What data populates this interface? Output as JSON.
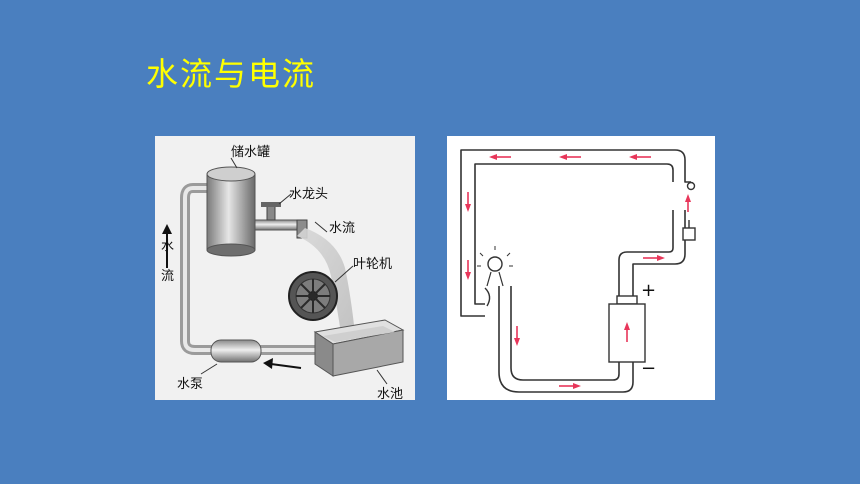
{
  "slide": {
    "title": "水流与电流"
  },
  "water_diagram": {
    "labels": {
      "tank": "储水罐",
      "faucet": "水龙头",
      "flow": "水流",
      "impeller": "叶轮机",
      "flow_vertical_1": "水",
      "flow_vertical_2": "流",
      "pump": "水泵",
      "pool": "水池"
    }
  },
  "circuit_diagram": {
    "labels": {
      "plus": "+",
      "minus": "−"
    },
    "arrow_color": "#e8365a"
  }
}
